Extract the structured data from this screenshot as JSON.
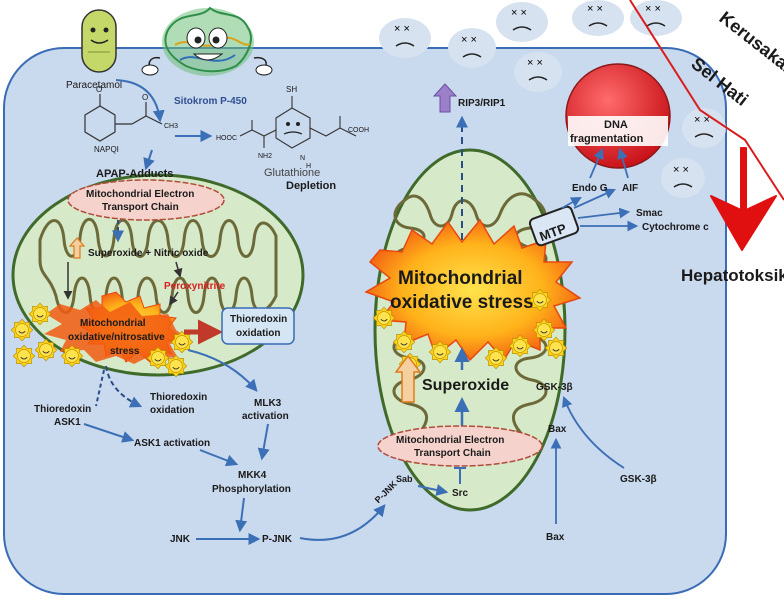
{
  "top_left": {
    "paracetamol": "Paracetamol",
    "cyp": "Sitokrom P-450",
    "napqi": "NAPQI",
    "glutathione": "Glutathione",
    "depletion": "Depletion",
    "gsh_atoms": {
      "sh": "SH",
      "hooc": "HOOC",
      "nh2": "NH2",
      "nh": "N",
      "h": "H",
      "cooh": "COOH",
      "o1": "O",
      "o2": "O",
      "ch3": "CH3"
    }
  },
  "left_mito": {
    "apap": "APAP-Adducts",
    "etc1": "Mitochondrial Electron",
    "etc2": "Transport Chain",
    "superoxide_no": "Superoxide + Nitric oxide",
    "peroxynitrite": "Peroxynitrite",
    "stress1": "Mitochondrial",
    "stress2": "oxidative/nitrosative",
    "stress3": "stress",
    "thio_box1": "Thioredoxin",
    "thio_box2": "oxidation"
  },
  "cytosol": {
    "thioredoxin_ask1_1": "Thioredoxin",
    "thioredoxin_ask1_2": "ASK1",
    "thio_ox1": "Thioredoxin",
    "thio_ox2": "oxidation",
    "ask1_act": "ASK1 activation",
    "mlk3_1": "MLK3",
    "mlk3_2": "activation",
    "mkk4_1": "MKK4",
    "mkk4_2": "Phosphorylation",
    "jnk": "JNK",
    "pjnk": "P-JNK",
    "pjnk2": "P-JNK",
    "sab": "Sab"
  },
  "right_mito": {
    "big1": "Mitochondrial",
    "big2": "oxidative stress",
    "superoxide": "Superoxide",
    "etc1": "Mitochondrial Electron",
    "etc2": "Transport Chain",
    "src": "Src",
    "gsk_in": "GSK-3β",
    "bax_in": "Bax"
  },
  "right_side": {
    "rip": "RIP3/RIP1",
    "dna1": "DNA",
    "dna2": "fragmentation",
    "endog": "Endo G",
    "aif": "AIF",
    "mtp": "MTP",
    "smac": "Smac",
    "cytc": "Cytochrome c",
    "gsk_out": "GSK-3β",
    "bax_out": "Bax",
    "kerusakan": "Kerusakan",
    "selhati": "Sel Hati",
    "hepatotoksik": "Hepatotoksik"
  },
  "colors": {
    "cell_fill": "#c9d9ee",
    "cell_stroke": "#3a6bb5",
    "mito_fill": "#d6e9c8",
    "mito_stroke": "#3f6a2a",
    "arrow_blue": "#3b6fb6",
    "dna_red": "#e31b23",
    "hepatotoksik_red": "#e01010",
    "burst_orange": "#f25a12",
    "burst_yellow": "#ffd21a",
    "etc_fill": "#f5d3cc",
    "peroxynitrite": "#d81e1e",
    "rip_arrow": "#8e6bbf"
  }
}
